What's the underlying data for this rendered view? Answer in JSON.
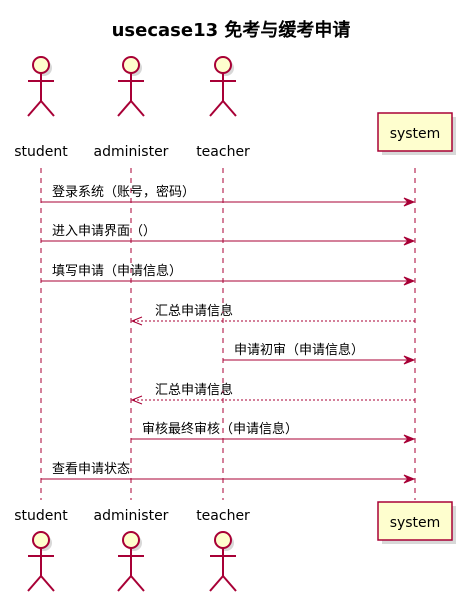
{
  "title": "usecase13 免考与缓考申请",
  "participants": [
    {
      "id": "student",
      "label": "student",
      "kind": "actor"
    },
    {
      "id": "administer",
      "label": "administer",
      "kind": "actor"
    },
    {
      "id": "teacher",
      "label": "teacher",
      "kind": "actor"
    },
    {
      "id": "system",
      "label": "system",
      "kind": "participant"
    }
  ],
  "messages": [
    {
      "from": "student",
      "to": "system",
      "label": "登录系统（账号，密码）",
      "style": "solid"
    },
    {
      "from": "student",
      "to": "system",
      "label": "进入申请界面（）",
      "style": "solid"
    },
    {
      "from": "student",
      "to": "system",
      "label": "填写申请（申请信息）",
      "style": "solid"
    },
    {
      "from": "system",
      "to": "administer",
      "label": "汇总申请信息",
      "style": "dashed"
    },
    {
      "from": "teacher",
      "to": "system",
      "label": "申请初审（申请信息）",
      "style": "solid"
    },
    {
      "from": "system",
      "to": "administer",
      "label": "汇总申请信息",
      "style": "dashed"
    },
    {
      "from": "administer",
      "to": "system",
      "label": "审核最终审核（申请信息）",
      "style": "solid"
    },
    {
      "from": "student",
      "to": "system",
      "label": "查看申请状态",
      "style": "solid"
    }
  ],
  "colors": {
    "line": "#A80036",
    "fill": "#FEFECE"
  }
}
